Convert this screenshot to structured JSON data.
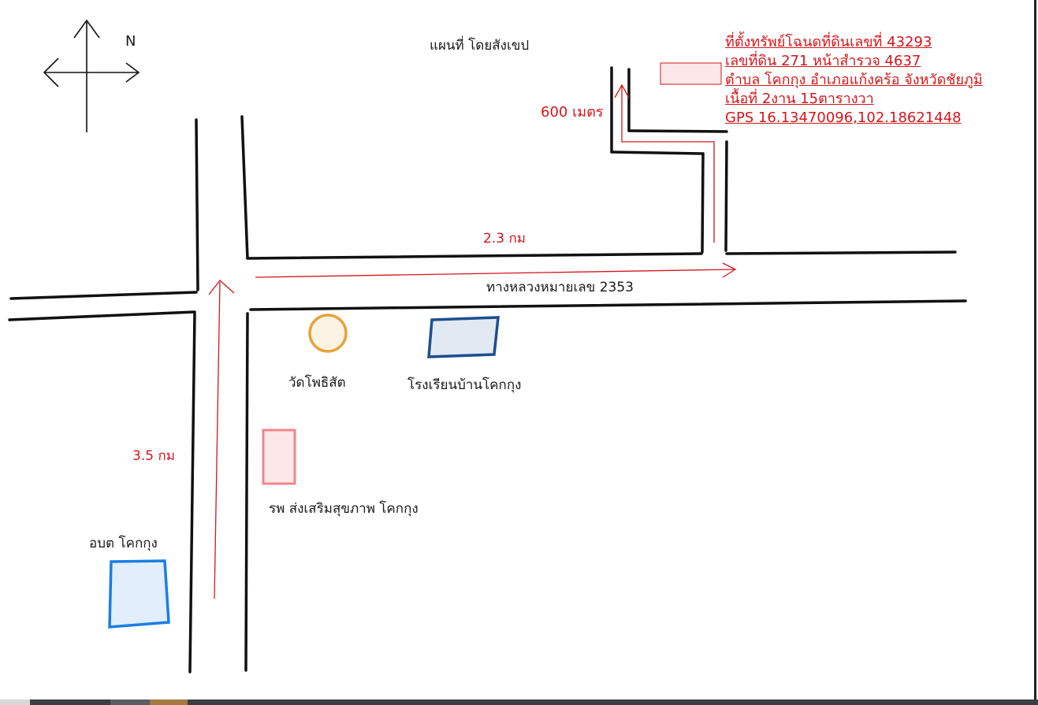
{
  "map": {
    "title": "แผนที่ โดยสังเขป",
    "north_label": "N",
    "property_info": [
      "ที่ตั้งทรัพย์โฉนดที่ดินเลขที่ 43293",
      "เลขที่ดิน 271 หน้าสำรวจ 4637",
      "ตำบล  โคกกุง อำเภอแก้งคร้อ จังหวัดชัยภูมิ",
      "เนื้อที่ 2งาน 15ตารางวา",
      "GPS 16.13470096,102.18621448"
    ],
    "distances": {
      "short": "600 เมตร",
      "east": "2.3 กม",
      "north": "3.5 กม"
    },
    "road_label": "ทางหลวงหมายเลข 2353",
    "landmarks": {
      "temple": "วัดโพธิสัต",
      "school": "โรงเรียนบ้านโคกกุง",
      "hospital": "รพ ส่งเสริมสุขภาพ โคกกุง",
      "sao": "อบต โคกกุง"
    },
    "colors": {
      "road": "#111111",
      "route": "#d4161b",
      "temple_stroke": "#e8a33b",
      "temple_fill": "#fdf3e4",
      "school_stroke": "#1d4f91",
      "school_fill": "#e3e9f2",
      "hospital_stroke": "#f0868b",
      "hospital_fill": "#fde8e9",
      "sao_stroke": "#1a7fe0",
      "sao_fill": "#e2eefc"
    }
  }
}
